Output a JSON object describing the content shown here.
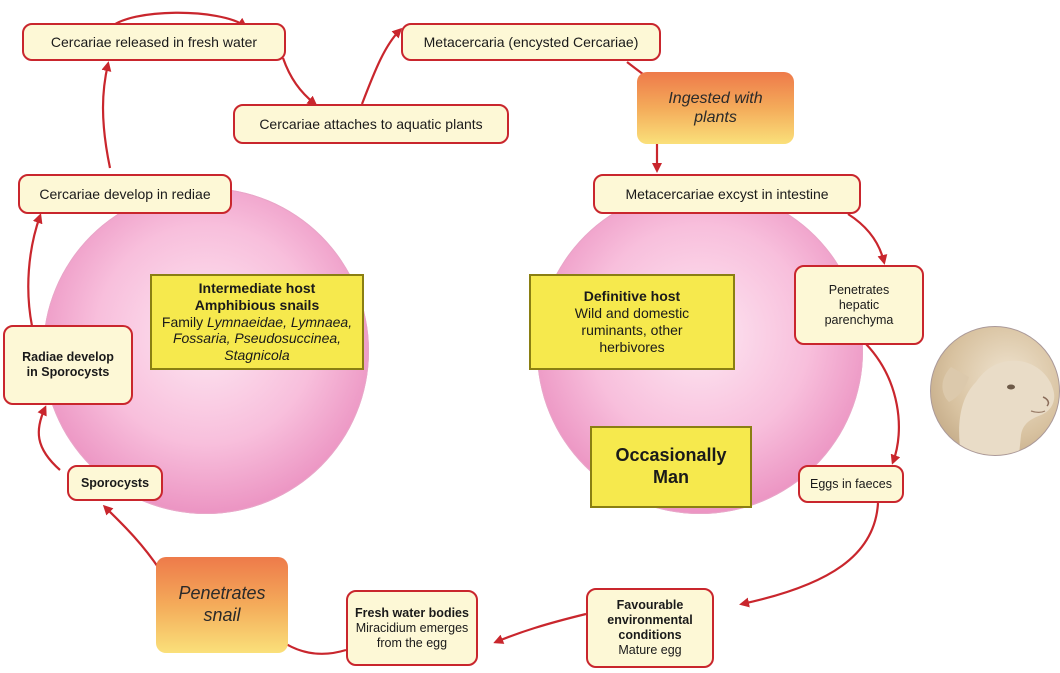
{
  "cycle_steps": {
    "cercariae_released": "Cercariae released in fresh water",
    "metacercaria": "Metacercaria (encysted Cercariae)",
    "cercariae_attaches": "Cercariae attaches to aquatic plants",
    "ingested_with_plants": "Ingested with plants",
    "metacercariae_excyst": "Metacercariae excyst in intestine",
    "cercariae_develop": "Cercariae develop in rediae",
    "penetrates_hepatic": "Penetrates hepatic parenchyma",
    "radiae_develop": "Radiae develop in Sporocysts",
    "eggs_in_faeces": "Eggs in faeces",
    "sporocysts": "Sporocysts",
    "penetrates_snail": "Penetrates snail",
    "fresh_water_title": "Fresh water bodies",
    "fresh_water_body": "Miracidium emerges from the egg",
    "favourable_title": "Favourable environmental conditions",
    "favourable_body": "Mature egg"
  },
  "hosts": {
    "intermediate": {
      "title1": "Intermediate host",
      "title2": "Amphibious snails",
      "family_label": "Family ",
      "family_1": "Lymnaeidae, Lymnaea,",
      "family_2": "Fossaria, Pseudosuccinea,",
      "family_3": "Stagnicola"
    },
    "definitive": {
      "title": "Definitive host",
      "body": "Wild and domestic ruminants, other herbivores"
    },
    "occasional": "Occasionally Man"
  },
  "colors": {
    "arrow": "#c9262d",
    "box_fill": "#fdf8d6",
    "host_fill": "#f6e94d",
    "circle_pink": "#f8bfdc"
  },
  "images": {
    "sheep": "sheep-photo"
  }
}
